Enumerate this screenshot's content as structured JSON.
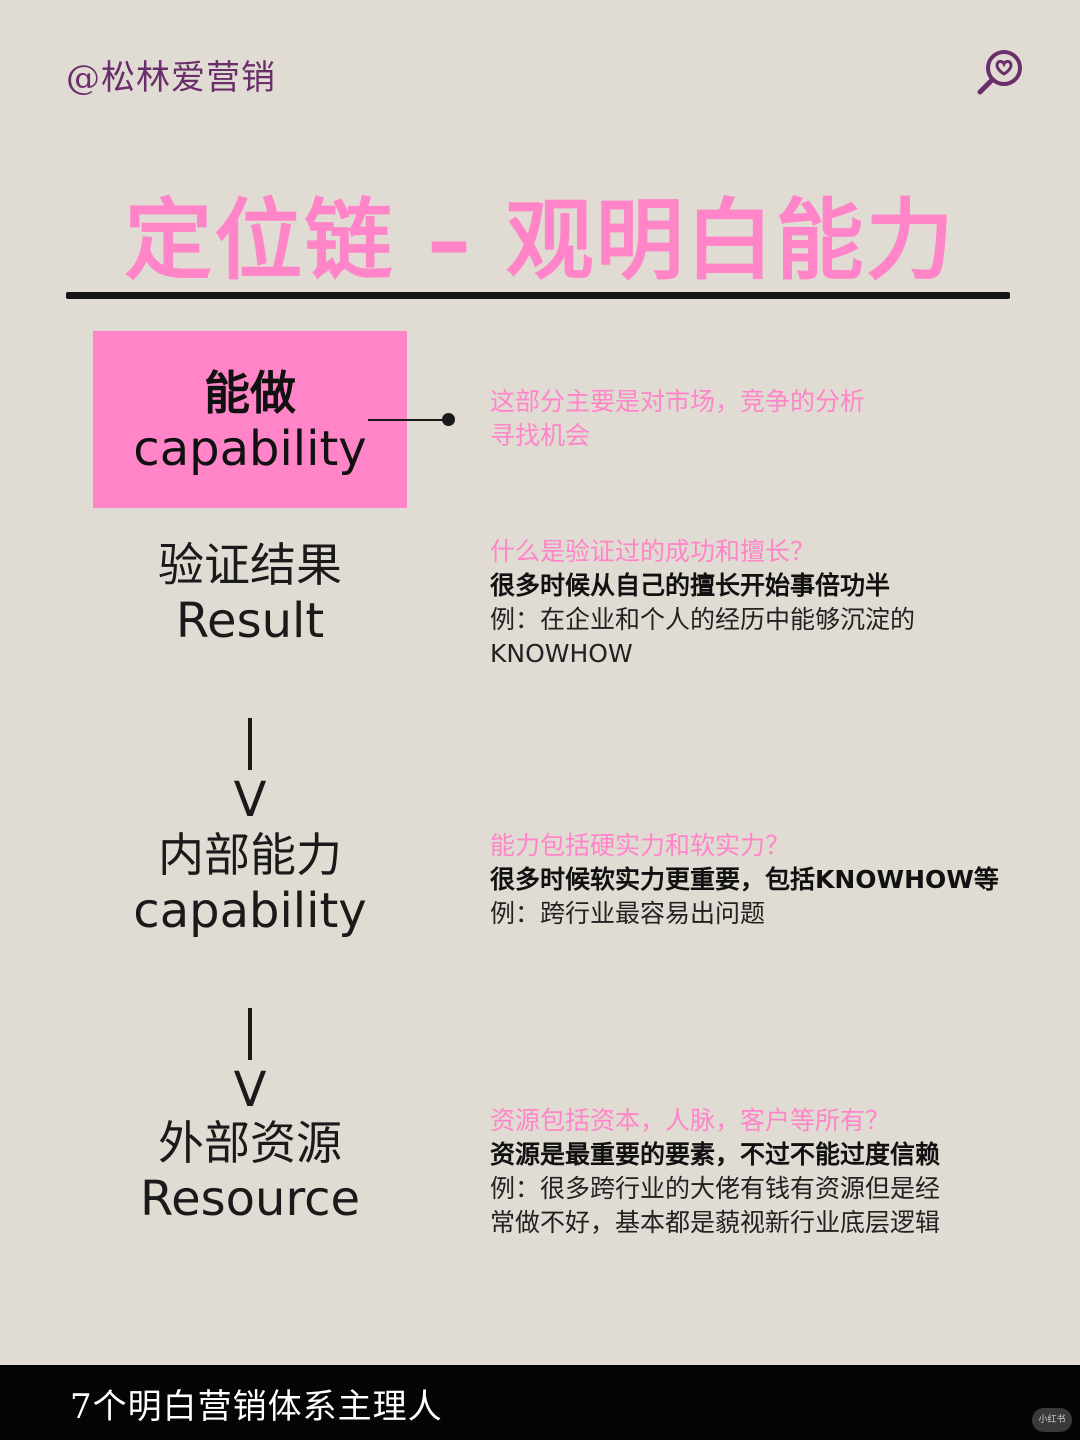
{
  "header": {
    "handle": "@松林爱营销",
    "logo_icon": "magnifier-heart-icon",
    "title": "定位链 – 观明白能力"
  },
  "chain": [
    {
      "zh": "能做",
      "en": "capability",
      "highlighted": true,
      "question": "这部分主要是对市场，竞争的分析",
      "question2": "寻找机会"
    },
    {
      "zh": "验证结果",
      "en": "Result",
      "question": "什么是验证过的成功和擅长？",
      "bold": "很多时候从自己的擅长开始事倍功半",
      "example": "例：在企业和个人的经历中能够沉淀的",
      "example2": "KNOWHOW"
    },
    {
      "zh": "内部能力",
      "en": "capability",
      "question": "能力包括硬实力和软实力？",
      "bold": "很多时候软实力更重要，包括KNOWHOW等",
      "example": "例：跨行业最容易出问题"
    },
    {
      "zh": "外部资源",
      "en": "Resource",
      "question": "资源包括资本，人脉，客户等所有？",
      "bold": "资源是最重要的要素，不过不能过度信赖",
      "example": "例：很多跨行业的大佬有钱有资源但是经",
      "example2": "常做不好，基本都是藐视新行业底层逻辑"
    }
  ],
  "arrow": {
    "glyph": "V"
  },
  "footer": {
    "text": "7个明白营销体系主理人",
    "watermark": "小红书"
  },
  "colors": {
    "background": "#e1dcd3",
    "accent_pink": "#ff85c8",
    "handle_purple": "#6a2f6a",
    "footer_bg": "#050505"
  }
}
